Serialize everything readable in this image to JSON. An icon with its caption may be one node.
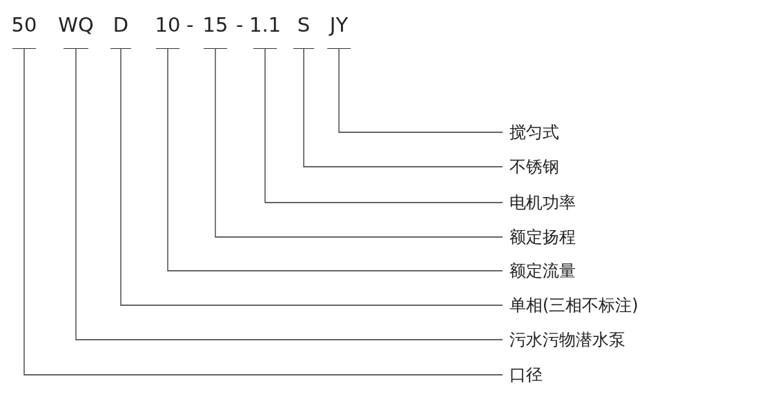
{
  "diagram": {
    "nodes": [
      {
        "text": [
          "50"
        ]
      },
      {
        "text": [
          "WQ"
        ]
      },
      {
        "text": [
          "D"
        ]
      },
      {
        "text": [
          "10"
        ]
      },
      {
        "text": [
          "15"
        ]
      },
      {
        "text": [
          "1.1"
        ]
      },
      {
        "text": [
          "S"
        ]
      },
      {
        "text": [
          "JY"
        ]
      },
      {
        "text": [
          "搅匀式"
        ]
      },
      {
        "text": [
          "不锈钢"
        ]
      },
      {
        "text": [
          "电机功率"
        ]
      },
      {
        "text": [
          "额定扬程"
        ]
      },
      {
        "text": [
          "额定流量"
        ]
      },
      {
        "text": [
          "单相(三相不标注)"
        ]
      },
      {
        "text": [
          "污水污物潜水泵"
        ]
      },
      {
        "text": [
          "口径"
        ]
      }
    ],
    "edges": [
      {
        "from": 7,
        "to": 8,
        "arrow": "none"
      },
      {
        "from": 6,
        "to": 9,
        "arrow": "none"
      },
      {
        "from": 5,
        "to": 10,
        "arrow": "none"
      },
      {
        "from": 4,
        "to": 11,
        "arrow": "none"
      },
      {
        "from": 3,
        "to": 12,
        "arrow": "none"
      },
      {
        "from": 2,
        "to": 13,
        "arrow": "none"
      },
      {
        "from": 1,
        "to": 14,
        "arrow": "none"
      },
      {
        "from": 0,
        "to": 15,
        "arrow": "none"
      }
    ],
    "labels": [
      "-",
      "-"
    ]
  }
}
